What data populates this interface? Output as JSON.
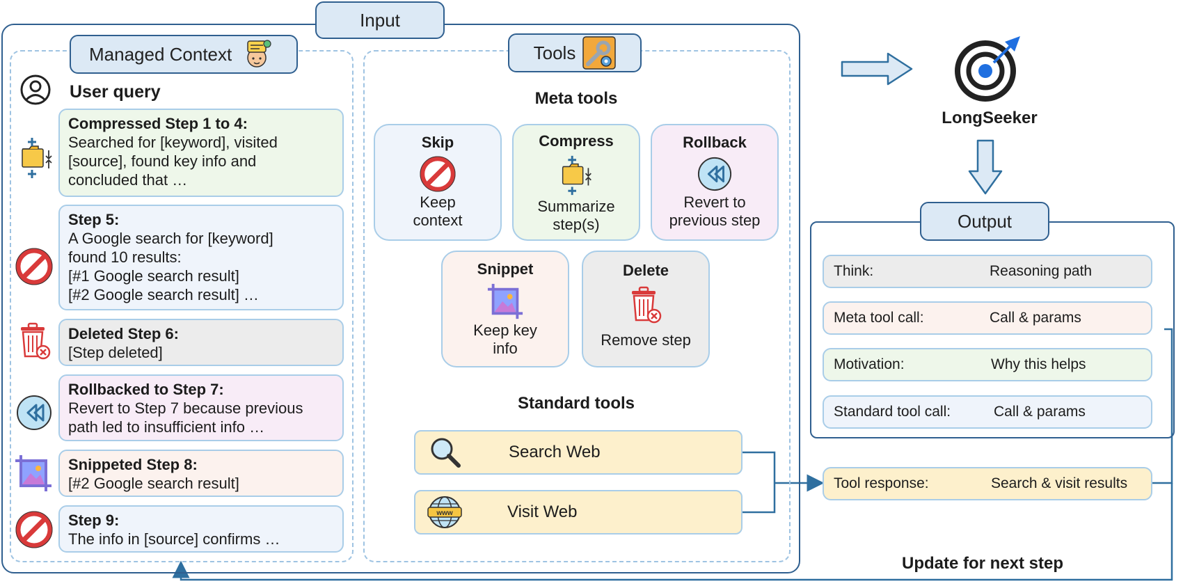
{
  "input_label": "Input",
  "managed_context": {
    "label": "Managed Context",
    "user_query": "User query",
    "steps": [
      {
        "title": "Compressed Step 1 to 4:",
        "text": "Searched for [keyword], visited\n[source], found key info and\nconcluded that …",
        "color": "#eef7ea"
      },
      {
        "title": "Step 5:",
        "text": "A Google search for [keyword]\nfound 10 results:\n[#1 Google search result]\n[#2 Google search result] …",
        "color": "#eff4fb"
      },
      {
        "title": "Deleted Step 6:",
        "text": "[Step deleted]",
        "color": "#ececec"
      },
      {
        "title": "Rollbacked to Step 7:",
        "text": "Revert to Step 7 because previous\npath led to insufficient info …",
        "color": "#f8ecf7"
      },
      {
        "title": "Snippeted Step 8:",
        "text": "[#2 Google search result]",
        "color": "#fcf2ee"
      },
      {
        "title": "Step 9:",
        "text": "The info in [source] confirms …",
        "color": "#eff4fb"
      }
    ]
  },
  "tools": {
    "label": "Tools",
    "meta_heading": "Meta tools",
    "meta": [
      {
        "name": "Skip",
        "desc": "Keep\ncontext",
        "color": "#eff4fb",
        "icon": "no-entry-icon"
      },
      {
        "name": "Compress",
        "desc": "Summarize\nstep(s)",
        "color": "#eef7ea",
        "icon": "compress-folder-icon"
      },
      {
        "name": "Rollback",
        "desc": "Revert to\nprevious step",
        "color": "#f8ecf7",
        "icon": "rewind-icon"
      },
      {
        "name": "Snippet",
        "desc": "Keep key\ninfo",
        "color": "#fcf2ee",
        "icon": "crop-image-icon"
      },
      {
        "name": "Delete",
        "desc": "Remove step",
        "color": "#ececec",
        "icon": "trash-icon"
      }
    ],
    "standard_heading": "Standard tools",
    "standard": [
      {
        "name": "Search Web",
        "icon": "magnifier-icon"
      },
      {
        "name": "Visit Web",
        "icon": "globe-www-icon"
      }
    ]
  },
  "agent": {
    "name": "LongSeeker"
  },
  "output": {
    "label": "Output",
    "rows": [
      {
        "key": "Think:",
        "value": "Reasoning path",
        "color": "#ececec"
      },
      {
        "key": "Meta tool call:",
        "value": "Call & params",
        "color": "#fcf2ee"
      },
      {
        "key": "Motivation:",
        "value": "Why this helps",
        "color": "#eef7ea"
      },
      {
        "key": "Standard tool call:",
        "value": "Call & params",
        "color": "#eff4fb"
      }
    ]
  },
  "tool_response": {
    "key": "Tool response:",
    "value": "Search & visit results",
    "color": "#fdf0cc"
  },
  "update_label": "Update for next step",
  "colors": {
    "frame": "#2f5f8f",
    "arrow": "#2f6f9f",
    "tag_fill": "#dce9f5"
  }
}
